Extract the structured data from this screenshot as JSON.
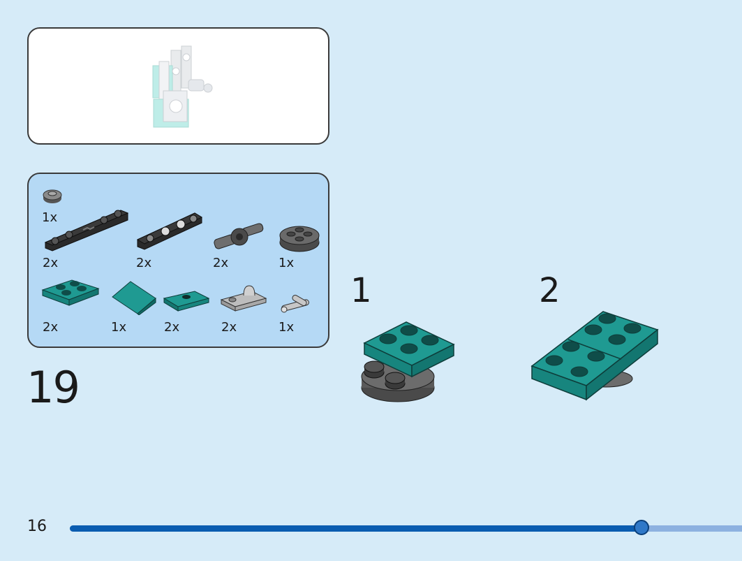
{
  "parts_list": {
    "items": [
      {
        "name": "round-plate-1x1-dark-gray",
        "quantity": "1x"
      },
      {
        "name": "plate-1x6-black",
        "quantity": "2x"
      },
      {
        "name": "technic-liftarm-black",
        "quantity": "2x"
      },
      {
        "name": "technic-connector-dark-gray",
        "quantity": "2x"
      },
      {
        "name": "round-plate-2x2-dark-gray",
        "quantity": "1x"
      },
      {
        "name": "plate-2x2-teal",
        "quantity": "2x"
      },
      {
        "name": "slope-teal",
        "quantity": "1x"
      },
      {
        "name": "tile-1x2-teal",
        "quantity": "2x"
      },
      {
        "name": "plate-clip-light-gray",
        "quantity": "2x"
      },
      {
        "name": "bar-connector-light-gray",
        "quantity": "1x"
      }
    ]
  },
  "step": {
    "number": "19"
  },
  "substeps": [
    {
      "number": "1"
    },
    {
      "number": "2"
    }
  ],
  "footer": {
    "page_number": "16",
    "progress_percent": 85
  },
  "colors": {
    "background": "#d6ebf8",
    "parts_box": "#b5d9f5",
    "teal": "#1f9a92",
    "dark_gray": "#5c5c5c",
    "progress_fill": "#0a5cb0",
    "progress_track": "#8db1e0"
  }
}
